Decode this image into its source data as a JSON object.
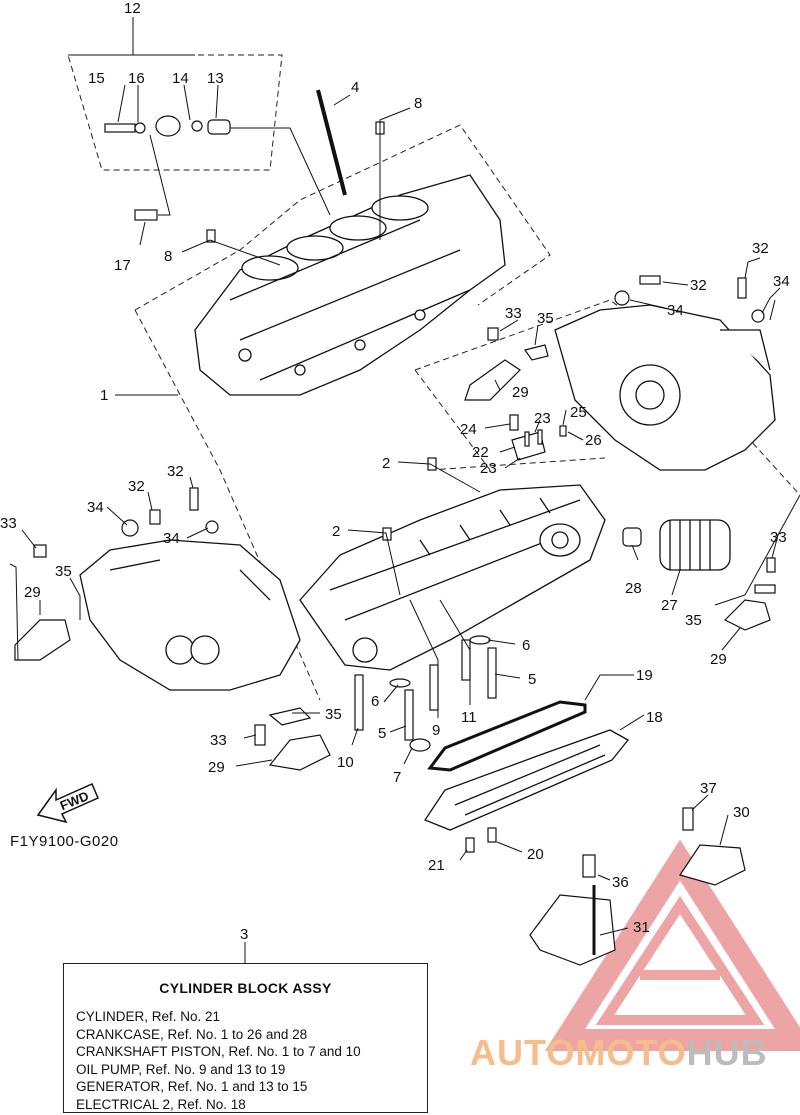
{
  "diagram": {
    "ref_code": "F1Y9100-G020",
    "fwd_label": "FWD",
    "callouts": [
      {
        "id": "c12",
        "label": "12"
      },
      {
        "id": "c15",
        "label": "15"
      },
      {
        "id": "c16",
        "label": "16"
      },
      {
        "id": "c14",
        "label": "14"
      },
      {
        "id": "c13",
        "label": "13"
      },
      {
        "id": "c17",
        "label": "17"
      },
      {
        "id": "c4",
        "label": "4"
      },
      {
        "id": "c8a",
        "label": "8"
      },
      {
        "id": "c8b",
        "label": "8"
      },
      {
        "id": "c1",
        "label": "1"
      },
      {
        "id": "c32a",
        "label": "32"
      },
      {
        "id": "c32b",
        "label": "32"
      },
      {
        "id": "c34a",
        "label": "34"
      },
      {
        "id": "c34b",
        "label": "34"
      },
      {
        "id": "c33a",
        "label": "33"
      },
      {
        "id": "c35a",
        "label": "35"
      },
      {
        "id": "c29a",
        "label": "29"
      },
      {
        "id": "c24",
        "label": "24"
      },
      {
        "id": "c23a",
        "label": "23"
      },
      {
        "id": "c25",
        "label": "25"
      },
      {
        "id": "c22",
        "label": "22"
      },
      {
        "id": "c26",
        "label": "26"
      },
      {
        "id": "c23b",
        "label": "23"
      },
      {
        "id": "c2a",
        "label": "2"
      },
      {
        "id": "c2b",
        "label": "2"
      },
      {
        "id": "c32c",
        "label": "32"
      },
      {
        "id": "c32d",
        "label": "32"
      },
      {
        "id": "c34c",
        "label": "34"
      },
      {
        "id": "c34d",
        "label": "34"
      },
      {
        "id": "c33b",
        "label": "33"
      },
      {
        "id": "c35b",
        "label": "35"
      },
      {
        "id": "c29b",
        "label": "29"
      },
      {
        "id": "c33c",
        "label": "33"
      },
      {
        "id": "c28",
        "label": "28"
      },
      {
        "id": "c27",
        "label": "27"
      },
      {
        "id": "c35c",
        "label": "35"
      },
      {
        "id": "c29c",
        "label": "29"
      },
      {
        "id": "c6a",
        "label": "6"
      },
      {
        "id": "c5a",
        "label": "5"
      },
      {
        "id": "c6b",
        "label": "6"
      },
      {
        "id": "c19",
        "label": "19"
      },
      {
        "id": "c35d",
        "label": "35"
      },
      {
        "id": "c9",
        "label": "9"
      },
      {
        "id": "c11",
        "label": "11"
      },
      {
        "id": "c5b",
        "label": "5"
      },
      {
        "id": "c18",
        "label": "18"
      },
      {
        "id": "c33d",
        "label": "33"
      },
      {
        "id": "c10",
        "label": "10"
      },
      {
        "id": "c29d",
        "label": "29"
      },
      {
        "id": "c7",
        "label": "7"
      },
      {
        "id": "c37",
        "label": "37"
      },
      {
        "id": "c30",
        "label": "30"
      },
      {
        "id": "c21",
        "label": "21"
      },
      {
        "id": "c20",
        "label": "20"
      },
      {
        "id": "c36",
        "label": "36"
      },
      {
        "id": "c31",
        "label": "31"
      },
      {
        "id": "c3",
        "label": "3"
      }
    ]
  },
  "assembly_box": {
    "title": "CYLINDER BLOCK ASSY",
    "lines": [
      "CYLINDER,  Ref. No. 21",
      "CRANKCASE,  Ref. No. 1 to 26 and 28",
      "CRANKSHAFT PISTON,  Ref. No. 1 to 7 and 10",
      "OIL PUMP,  Ref. No. 9 and 13 to 19",
      "GENERATOR,  Ref. No. 1 and 13 to 15",
      "ELECTRICAL 2,  Ref. No. 18"
    ]
  },
  "watermark": {
    "part1": "AUTOMOTO",
    "part2": "HUB",
    "color1": "#f6bc8a",
    "color2": "#bcbcbc",
    "logo_color": "#e05a5a"
  }
}
